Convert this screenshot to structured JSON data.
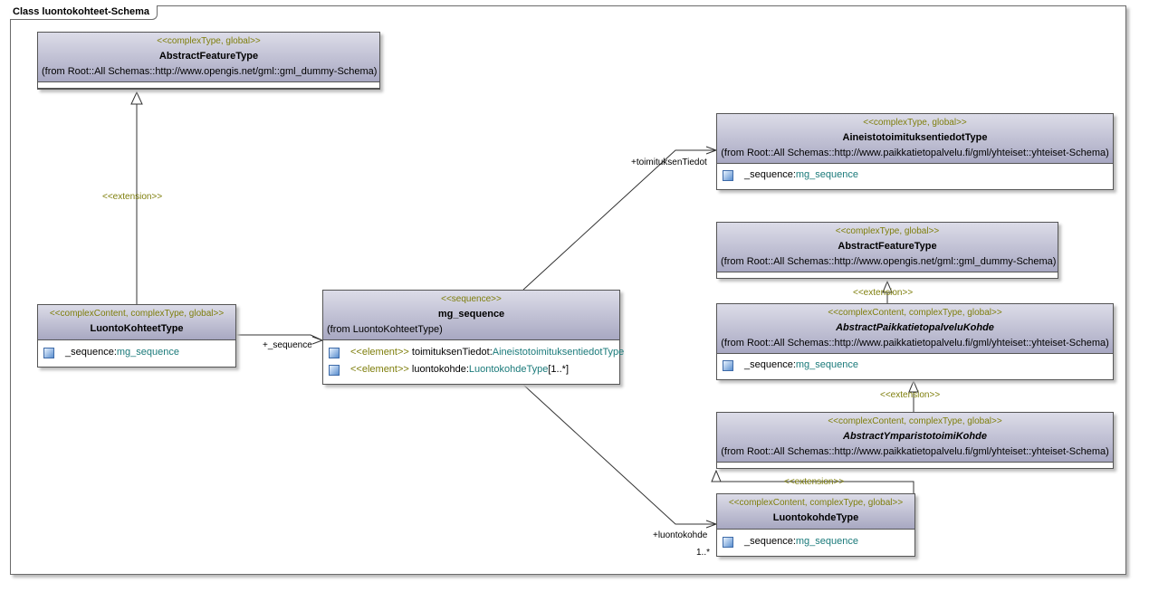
{
  "frame": {
    "title": "Class luontokohteet-Schema"
  },
  "classes": {
    "abstract_feature_type_top": {
      "stereotype": "<<complexType, global>>",
      "name": "AbstractFeatureType",
      "from": "(from Root::All Schemas::http://www.opengis.net/gml::gml_dummy-Schema)"
    },
    "luontokohteet_type": {
      "stereotype": "<<complexContent, complexType, global>>",
      "name": "LuontoKohteetType",
      "attr_name": "_sequence:",
      "attr_type": "mg_sequence"
    },
    "mg_sequence": {
      "stereotype": "<<sequence>>",
      "name": "mg_sequence",
      "from": "(from LuontoKohteetType)",
      "elements": [
        {
          "stereotype": "<<element>>",
          "name": " toimituksenTiedot:",
          "type": "AineistotoimituksentiedotType",
          "mult": ""
        },
        {
          "stereotype": "<<element>>",
          "name": " luontokohde:",
          "type": "LuontokohdeType",
          "mult": "[1..*]"
        }
      ]
    },
    "aineistotoimitus": {
      "stereotype": "<<complexType, global>>",
      "name": "AineistotoimituksentiedotType",
      "from": "(from Root::All Schemas::http://www.paikkatietopalvelu.fi/gml/yhteiset::yhteiset-Schema)",
      "attr_name": "_sequence:",
      "attr_type": "mg_sequence"
    },
    "abstract_feature_type_right": {
      "stereotype": "<<complexType, global>>",
      "name": "AbstractFeatureType",
      "from": "(from Root::All Schemas::http://www.opengis.net/gml::gml_dummy-Schema)"
    },
    "abstract_paikkatietopalvelu": {
      "stereotype": "<<complexContent, complexType, global>>",
      "name": "AbstractPaikkatietopalveluKohde",
      "from": "(from Root::All Schemas::http://www.paikkatietopalvelu.fi/gml/yhteiset::yhteiset-Schema)",
      "attr_name": "_sequence:",
      "attr_type": "mg_sequence"
    },
    "abstract_ymparistotoimi": {
      "stereotype": "<<complexContent, complexType, global>>",
      "name": "AbstractYmparistotoimiKohde",
      "from": "(from Root::All Schemas::http://www.paikkatietopalvelu.fi/gml/yhteiset::yhteiset-Schema)"
    },
    "luontokohde_type": {
      "stereotype": "<<complexContent, complexType, global>>",
      "name": "LuontokohdeType",
      "attr_name": "_sequence:",
      "attr_type": "mg_sequence"
    }
  },
  "labels": {
    "extension_left": "<<extension>>",
    "extension_right_1": "<<extension>>",
    "extension_right_2": "<<extension>>",
    "extension_right_3": "<<extension>>",
    "role_sequence": "+_sequence",
    "role_toimituksen": "+toimituksenTiedot",
    "role_luontokohde": "+luontokohde",
    "mult_luontokohde": "1..*"
  },
  "colors": {
    "stereotype": "#7e7e0b",
    "type_link": "#1a7a7a",
    "header_top": "#dcdce8",
    "header_bottom": "#a8a8c2"
  }
}
